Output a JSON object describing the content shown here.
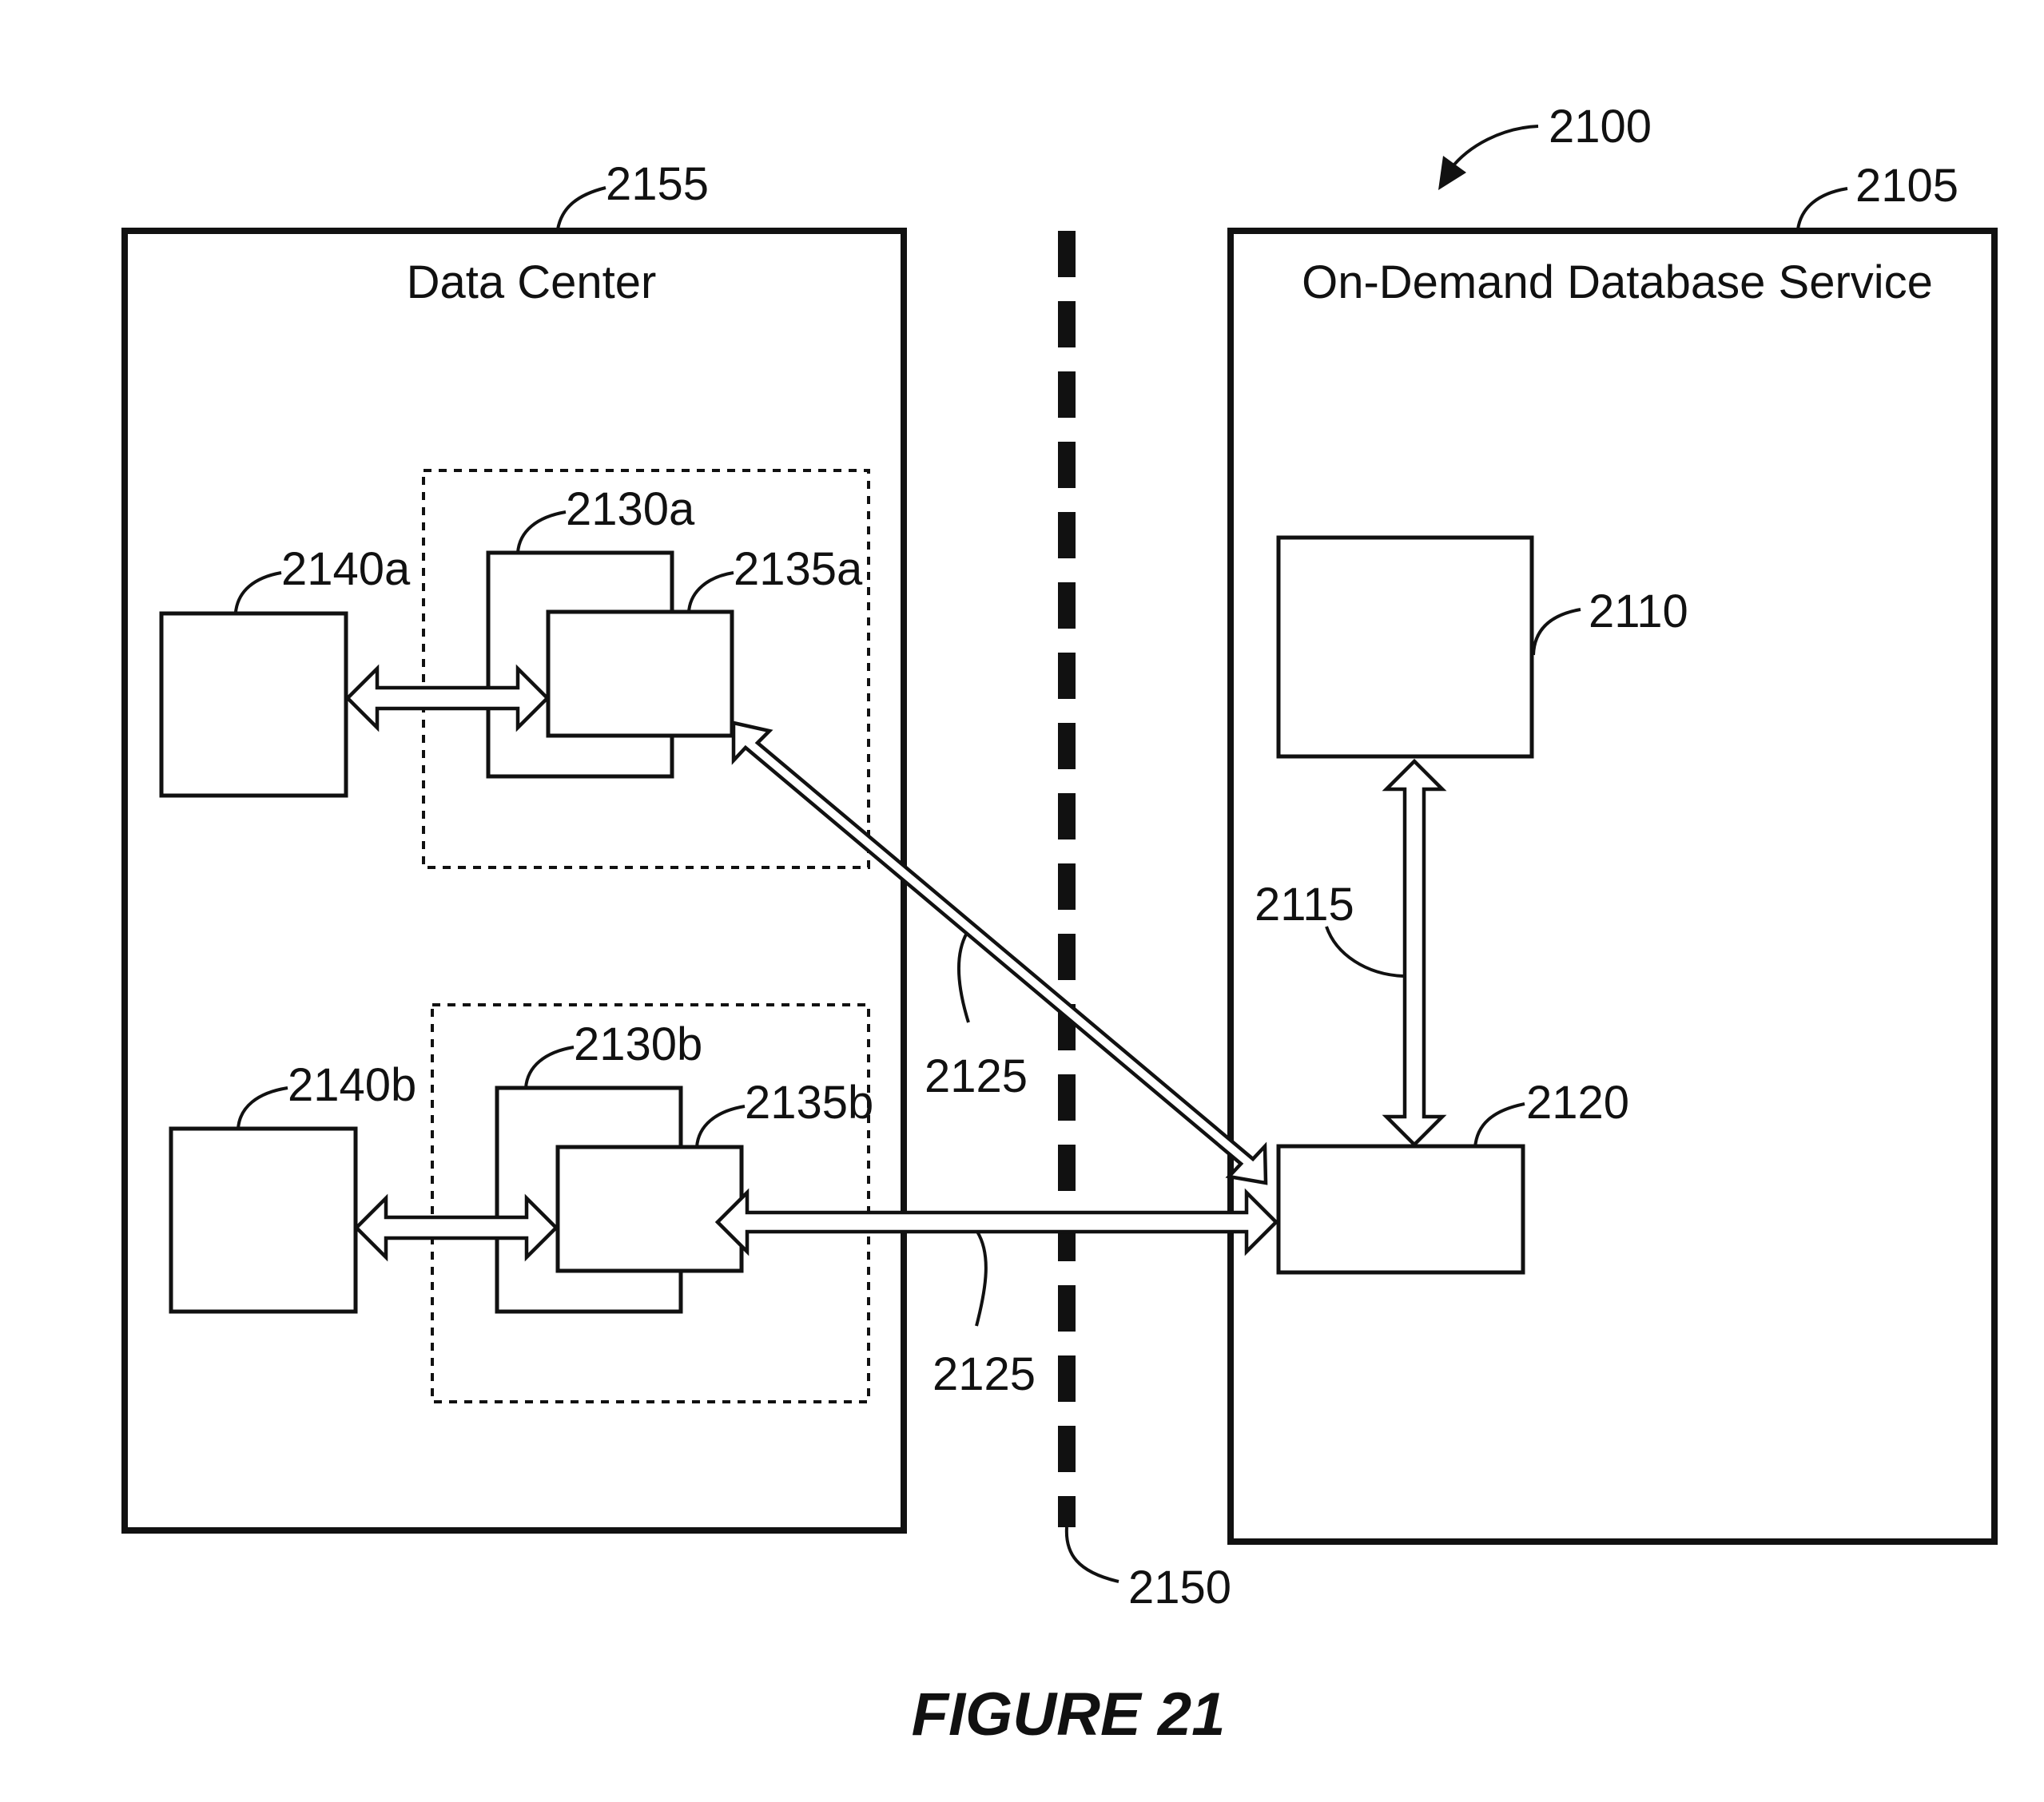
{
  "figure": {
    "caption": "FIGURE 21",
    "system_ref": "2100"
  },
  "data_center": {
    "ref": "2155",
    "title": "Data Center",
    "group_a": {
      "server_ref": "2130a",
      "module_ref": "2135a",
      "client_ref": "2140a"
    },
    "group_b": {
      "server_ref": "2130b",
      "module_ref": "2135b",
      "client_ref": "2140b"
    }
  },
  "service": {
    "ref": "2105",
    "title": "On-Demand Database Service",
    "database_ref": "2110",
    "link_ref": "2115",
    "interface_ref": "2120"
  },
  "connections": {
    "upper_link_ref": "2125",
    "lower_link_ref": "2125"
  },
  "boundary": {
    "ref": "2150"
  }
}
